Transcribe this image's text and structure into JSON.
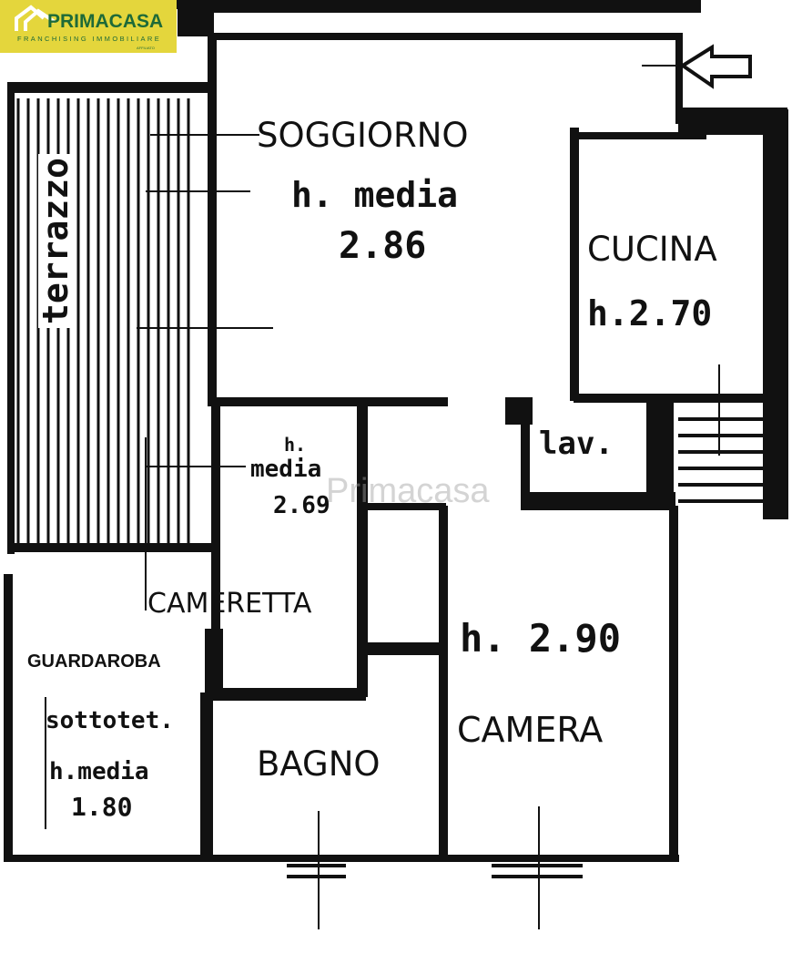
{
  "logo": {
    "name": "PRIMACASA",
    "tagline": "FRANCHISING IMMOBILIARE",
    "affiliate": "AFFILIATO",
    "colors": {
      "background": "#e4d63c",
      "text": "#1e6a38"
    }
  },
  "watermark": "Primacasa",
  "rooms": {
    "soggiorno": {
      "name": "SOGGIORNO",
      "height_label": "h. media",
      "height_value": "2.86"
    },
    "cucina": {
      "name": "CUCINA",
      "height": "h.2.70"
    },
    "terrazzo": {
      "name": "terrazzo"
    },
    "lavanderia": {
      "name": "lav."
    },
    "cameretta": {
      "name": "CAMERETTA",
      "height_label_1": "h.",
      "height_label_2": "media",
      "height_value": "2.69"
    },
    "guardaroba": {
      "name": "GUARDAROBA",
      "note": "sottotet.",
      "height_label": "h.media",
      "height_value": "1.80"
    },
    "bagno": {
      "name": "BAGNO"
    },
    "camera": {
      "name": "CAMERA",
      "height": "h. 2.90"
    }
  },
  "icons": {
    "entrance": "entrance-arrow-icon"
  }
}
